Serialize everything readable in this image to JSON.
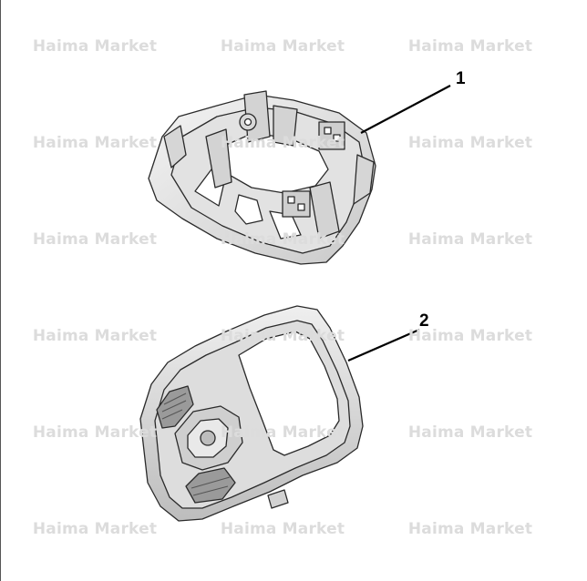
{
  "watermark": {
    "text": "Haima Market"
  },
  "callouts": [
    {
      "label": "1",
      "part": "overhead-console-bracket"
    },
    {
      "label": "2",
      "part": "overhead-console-housing"
    }
  ]
}
